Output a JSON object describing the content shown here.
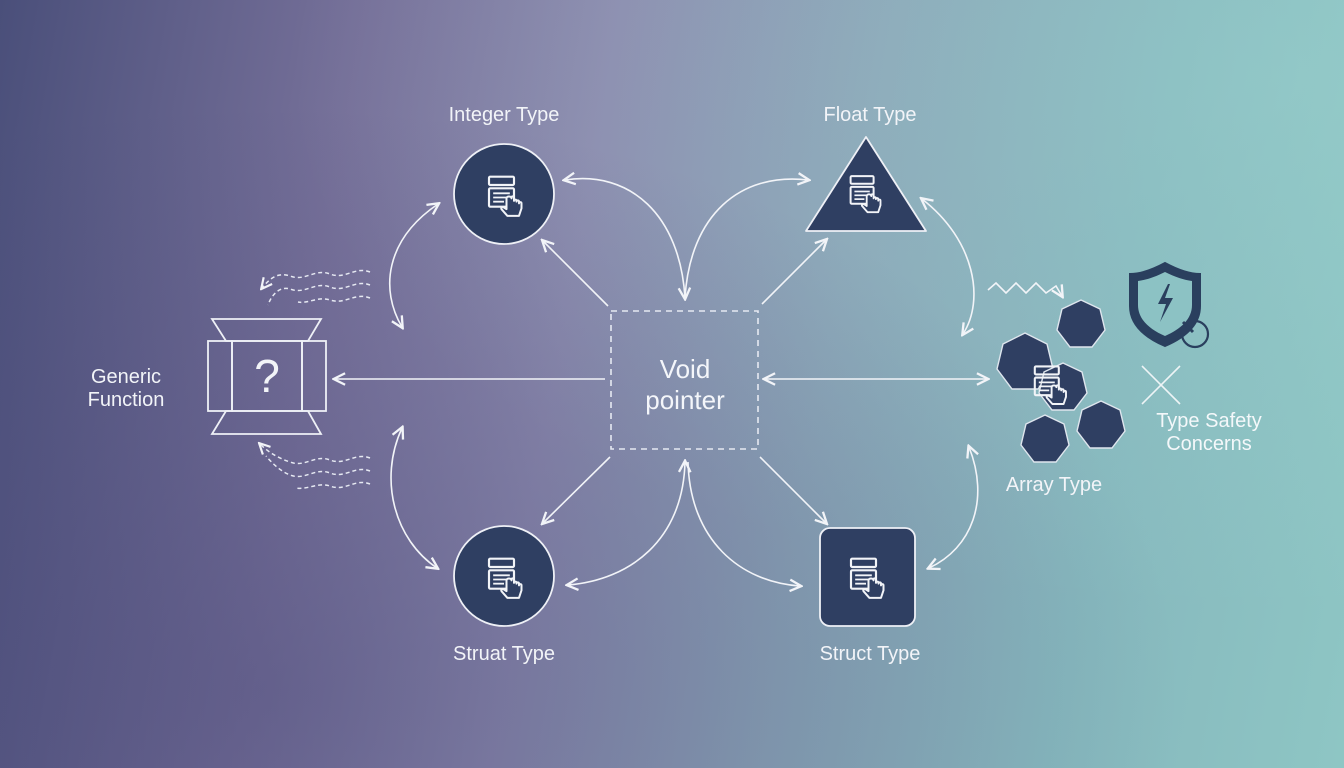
{
  "center": {
    "line1": "Void",
    "line2": "pointer"
  },
  "generic": {
    "line1": "Generic",
    "line2": "Function",
    "glyph": "?"
  },
  "integer": {
    "label": "Integer Type"
  },
  "float": {
    "label": "Float Type"
  },
  "union": {
    "label": "Struat Type"
  },
  "struct": {
    "label": "Struct Type"
  },
  "array": {
    "label": "Array Type"
  },
  "safety": {
    "line1": "Type Safety",
    "line2": "Concerns"
  },
  "colors": {
    "node_fill": "#2f3f62",
    "line": "#f2f4f8",
    "dashed": "#e6e9f2"
  },
  "icons": {
    "node_icon": "form-tap-icon",
    "generic_icon": "question-box-icon",
    "shield": "shield-lightning-icon",
    "cross": "cross-icon"
  }
}
